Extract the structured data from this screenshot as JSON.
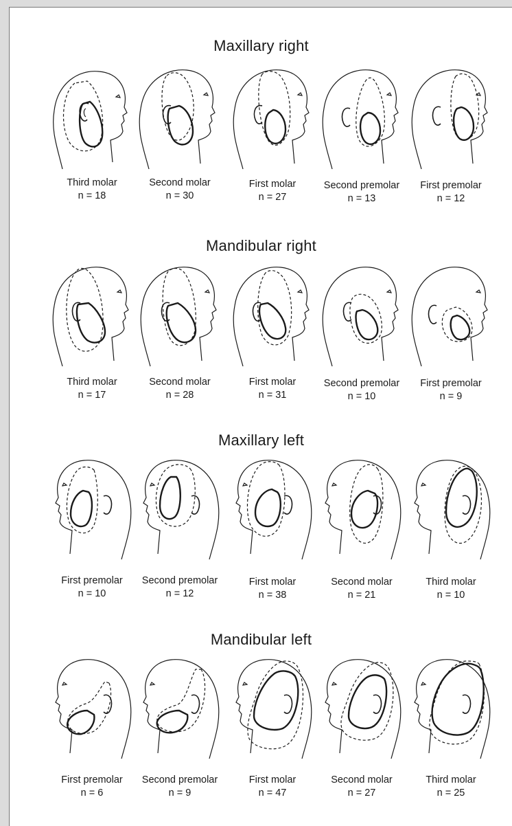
{
  "sections": [
    {
      "title": "Maxillary right",
      "items": [
        {
          "label": "Third molar",
          "count": "n = 18"
        },
        {
          "label": "Second molar",
          "count": "n = 30"
        },
        {
          "label": "First molar",
          "count": "n = 27"
        },
        {
          "label": "Second premolar",
          "count": "n = 13"
        },
        {
          "label": "First premolar",
          "count": "n = 12"
        }
      ]
    },
    {
      "title": "Mandibular right",
      "items": [
        {
          "label": "Third molar",
          "count": "n = 17"
        },
        {
          "label": "Second molar",
          "count": "n = 28"
        },
        {
          "label": "First molar",
          "count": "n = 31"
        },
        {
          "label": "Second premolar",
          "count": "n = 10"
        },
        {
          "label": "First premolar",
          "count": "n = 9"
        }
      ]
    },
    {
      "title": "Maxillary left",
      "items": [
        {
          "label": "First premolar",
          "count": "n = 10"
        },
        {
          "label": "Second premolar",
          "count": "n = 12"
        },
        {
          "label": "First molar",
          "count": "n = 38"
        },
        {
          "label": "Second molar",
          "count": "n = 21"
        },
        {
          "label": "Third molar",
          "count": "n = 10"
        }
      ]
    },
    {
      "title": "Mandibular left",
      "items": [
        {
          "label": "First premolar",
          "count": "n = 6"
        },
        {
          "label": "Second premolar",
          "count": "n = 9"
        },
        {
          "label": "First molar",
          "count": "n = 47"
        },
        {
          "label": "Second molar",
          "count": "n = 27"
        },
        {
          "label": "Third molar",
          "count": "n = 25"
        }
      ]
    }
  ],
  "colors": {
    "line": "#1a1a1a",
    "background": "#ffffff",
    "margin": "#dcdcdc"
  }
}
